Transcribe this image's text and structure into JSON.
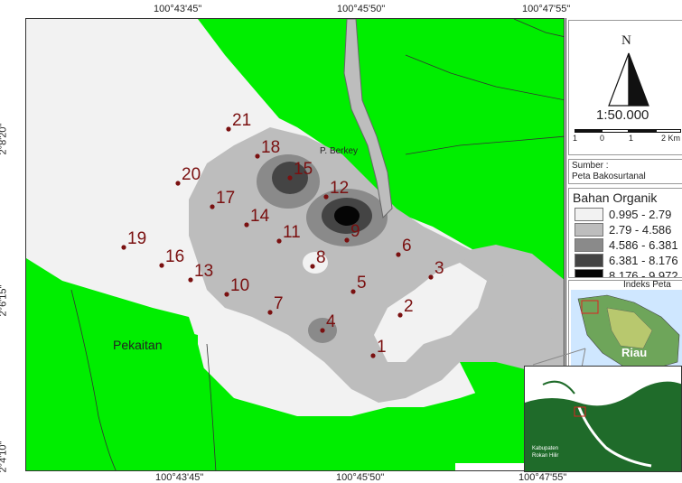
{
  "coords": {
    "top": [
      "100°43'45\"",
      "100°45'50\"",
      "100°47'55\""
    ],
    "bottom": [
      "100°43'45\"",
      "100°45'50\"",
      "100°47'55\""
    ],
    "left": [
      "2°8'20\"",
      "2°6'15\"",
      "2°4'10\""
    ]
  },
  "map": {
    "place_pekaitan": "Pekaitan",
    "place_berkey": "P. Berkey",
    "points": [
      {
        "label": "1"
      },
      {
        "label": "2"
      },
      {
        "label": "3"
      },
      {
        "label": "4"
      },
      {
        "label": "5"
      },
      {
        "label": "6"
      },
      {
        "label": "7"
      },
      {
        "label": "8"
      },
      {
        "label": "9"
      },
      {
        "label": "10"
      },
      {
        "label": "11"
      },
      {
        "label": "12"
      },
      {
        "label": "13"
      },
      {
        "label": "14"
      },
      {
        "label": "15"
      },
      {
        "label": "16"
      },
      {
        "label": "17"
      },
      {
        "label": "18"
      },
      {
        "label": "19"
      },
      {
        "label": "20"
      },
      {
        "label": "21"
      }
    ]
  },
  "legend": {
    "north": "N",
    "scale": "1:50.000",
    "scale_ticks": [
      "1",
      "0",
      "1",
      "2 Km"
    ],
    "source_label": "Sumber :",
    "source_value": "Peta Bakosurtanal",
    "title": "Bahan Organik",
    "classes": [
      {
        "range": "0.995 - 2.79",
        "color": "#f2f2f2"
      },
      {
        "range": "2.79 - 4.586",
        "color": "#bdbdbd"
      },
      {
        "range": "4.586 - 6.381",
        "color": "#8a8a8a"
      },
      {
        "range": "6.381 - 8.176",
        "color": "#444444"
      },
      {
        "range": "8.176 - 9.972",
        "color": "#050505"
      }
    ],
    "index_label": "Indeks Peta",
    "index_region": "Riau"
  },
  "inset": {
    "label_line1": "Kabupaten",
    "label_line2": "Rokan Hilir"
  },
  "colors": {
    "land_green": "#00ee00",
    "marker": "#7a1010",
    "inset_green": "#1f6b2a"
  }
}
